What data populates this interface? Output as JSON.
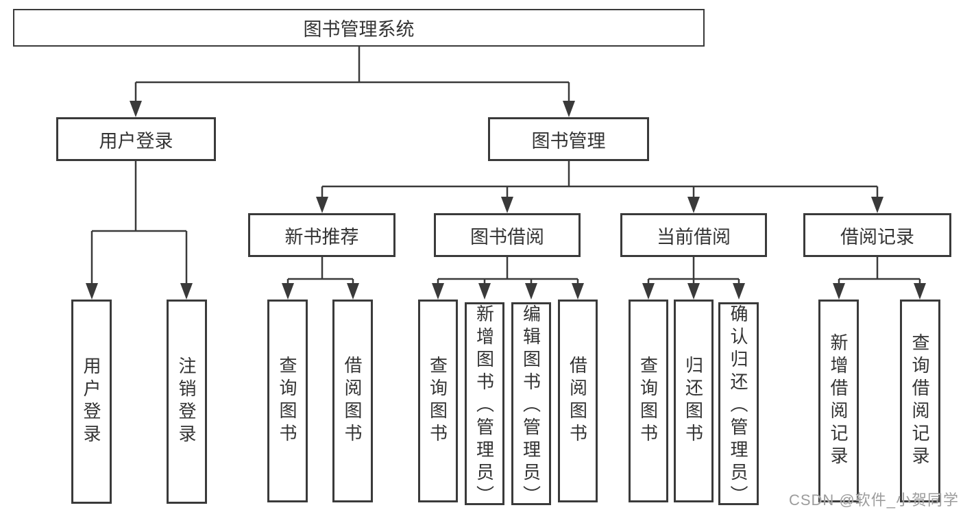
{
  "colors": {
    "line": "#3a3a3a",
    "text": "#333333",
    "background": "#ffffff",
    "watermark": "#9c9c9c"
  },
  "diagram": {
    "root": {
      "label": "图书管理系统"
    },
    "branches": {
      "user_login": {
        "label": "用户登录",
        "children": [
          {
            "label": "用户登录"
          },
          {
            "label": "注销登录"
          }
        ]
      },
      "book_management": {
        "label": "图书管理",
        "children": [
          {
            "label": "新书推荐",
            "children": [
              {
                "label": "查询图书"
              },
              {
                "label": "借阅图书"
              }
            ]
          },
          {
            "label": "图书借阅",
            "children": [
              {
                "label": "查询图书"
              },
              {
                "label": "新增图书（管理员）"
              },
              {
                "label": "编辑图书（管理员）"
              },
              {
                "label": "借阅图书"
              }
            ]
          },
          {
            "label": "当前借阅",
            "children": [
              {
                "label": "查询图书"
              },
              {
                "label": "归还图书"
              },
              {
                "label": "确认归还（管理员）"
              }
            ]
          },
          {
            "label": "借阅记录",
            "children": [
              {
                "label": "新增借阅记录"
              },
              {
                "label": "查询借阅记录"
              }
            ]
          }
        ]
      }
    }
  },
  "watermark": {
    "text": "CSDN @软件_小贺同学"
  }
}
